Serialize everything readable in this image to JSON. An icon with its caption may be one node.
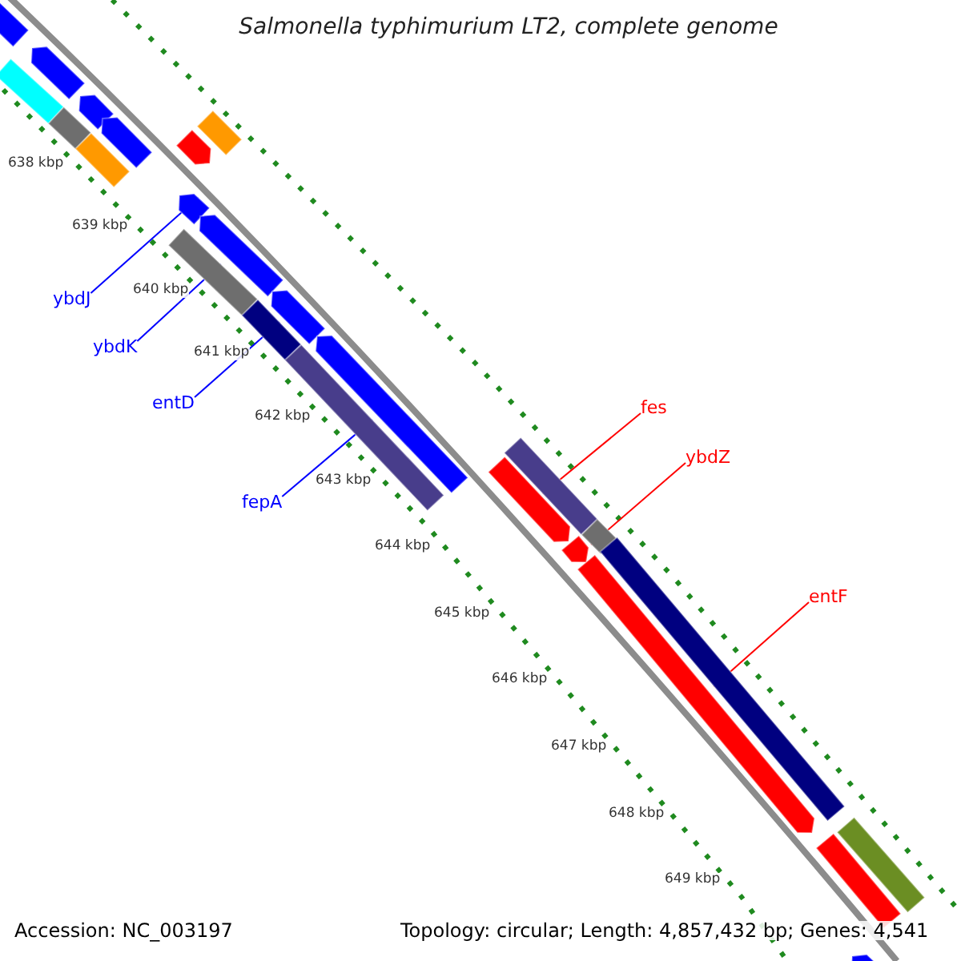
{
  "diagram": {
    "title": "Salmonella typhimurium LT2, complete genome",
    "nodes": [
      {
        "text": [
          "ybdJ"
        ]
      },
      {
        "text": [],
        "shape": "arrow"
      },
      {
        "text": [
          "ybdK"
        ]
      },
      {
        "text": [],
        "shape": "bar"
      },
      {
        "text": [
          "entD"
        ]
      },
      {
        "text": [],
        "shape": "bar"
      },
      {
        "text": [
          "fepA"
        ]
      },
      {
        "text": [],
        "shape": "bar"
      },
      {
        "text": [
          "fes"
        ]
      },
      {
        "text": [],
        "shape": "bar"
      },
      {
        "text": [
          "ybdZ"
        ]
      },
      {
        "text": [],
        "shape": "bar"
      },
      {
        "text": [
          "entF"
        ]
      },
      {
        "text": [],
        "shape": "bar"
      },
      {
        "text": [],
        "shape": "arrow"
      },
      {
        "text": [],
        "shape": "arrow"
      },
      {
        "text": [],
        "shape": "arrow"
      },
      {
        "text": [],
        "shape": "arrow"
      },
      {
        "text": [],
        "shape": "arrow"
      },
      {
        "text": [],
        "shape": "arrow"
      },
      {
        "text": [],
        "shape": "arrow"
      },
      {
        "text": [],
        "shape": "bar"
      },
      {
        "text": [],
        "shape": "bar"
      },
      {
        "text": [],
        "shape": "bar"
      },
      {
        "text": [],
        "shape": "arrow"
      },
      {
        "text": [],
        "shape": "arrow"
      },
      {
        "text": [],
        "shape": "arrow"
      },
      {
        "text": [],
        "shape": "arrow"
      },
      {
        "text": [],
        "shape": "bar"
      },
      {
        "text": [],
        "shape": "bar"
      },
      {
        "text": [],
        "shape": "bar"
      },
      {
        "text": [],
        "shape": "arrow"
      }
    ],
    "edges": [
      {
        "from": 0,
        "to": 1,
        "arrow": "none"
      },
      {
        "from": 2,
        "to": 3,
        "arrow": "none"
      },
      {
        "from": 4,
        "to": 5,
        "arrow": "none"
      },
      {
        "from": 6,
        "to": 7,
        "arrow": "none"
      },
      {
        "from": 8,
        "to": 9,
        "arrow": "none",
        "color": "#ff0000"
      },
      {
        "from": 10,
        "to": 11,
        "arrow": "none",
        "color": "#ff0000"
      },
      {
        "from": 12,
        "to": 13,
        "arrow": "none",
        "color": "#ff0000"
      }
    ],
    "labels": [
      "638 kbp",
      "639 kbp",
      "640 kbp",
      "641 kbp",
      "642 kbp",
      "643 kbp",
      "644 kbp",
      "645 kbp",
      "646 kbp",
      "647 kbp",
      "648 kbp",
      "649 kbp",
      "Accession: NC_003197",
      "Topology: circular; Length: 4,857,432 bp; Genes: 4,541"
    ]
  }
}
